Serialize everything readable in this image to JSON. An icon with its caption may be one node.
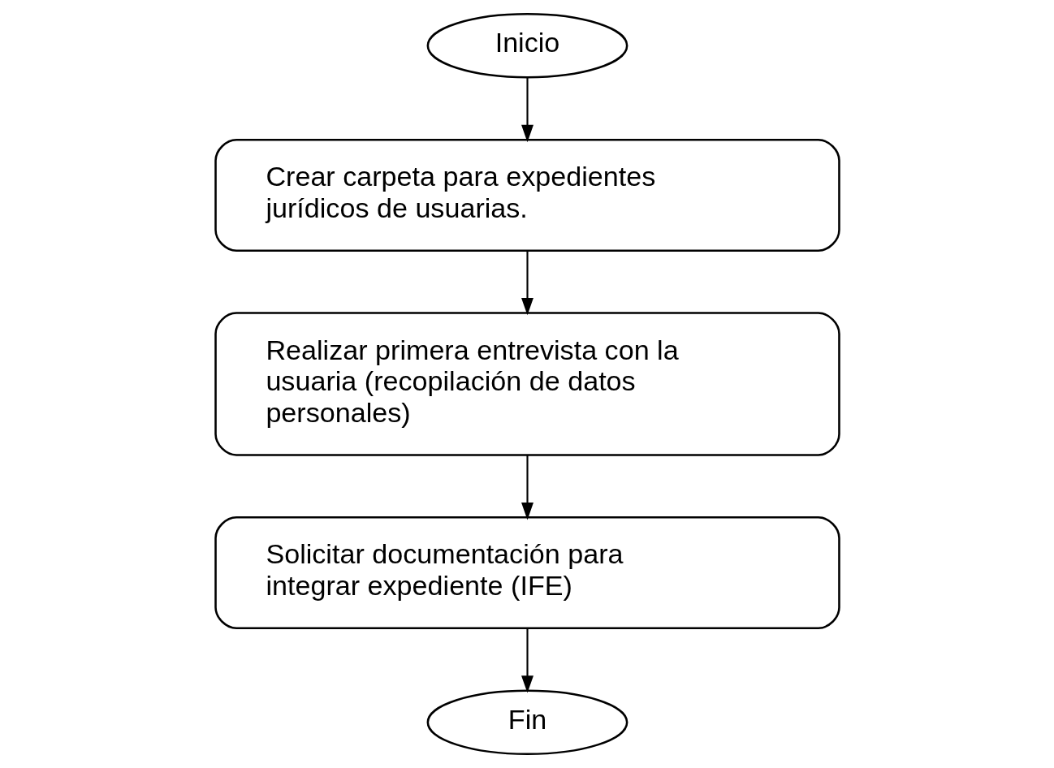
{
  "diagram": {
    "nodes": [
      {
        "text": [
          "Inicio"
        ]
      },
      {
        "text": [
          "Crear carpeta para expedientes jurídicos de usuarias."
        ]
      },
      {
        "text": [
          "Realizar primera entrevista con la usuaria (recopilación de datos personales)"
        ]
      },
      {
        "text": [
          "Solicitar documentación para integrar expediente (IFE)"
        ]
      },
      {
        "text": [
          "Fin"
        ]
      }
    ],
    "edges": [
      {
        "from": 0,
        "to": 1,
        "arrow": "to"
      },
      {
        "from": 1,
        "to": 2,
        "arrow": "to"
      },
      {
        "from": 2,
        "to": 3,
        "arrow": "to"
      },
      {
        "from": 3,
        "to": 4,
        "arrow": "to"
      }
    ]
  }
}
